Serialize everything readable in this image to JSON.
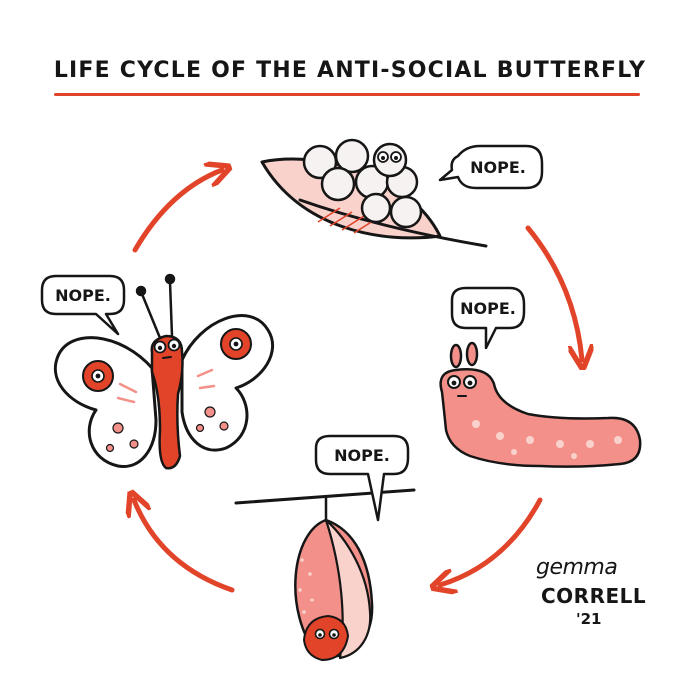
{
  "title": "LIFE CYCLE OF THE ANTI-SOCIAL BUTTERFLY",
  "stages": [
    {
      "stage": "egg",
      "speech": "NOPE."
    },
    {
      "stage": "caterpillar",
      "speech": "NOPE."
    },
    {
      "stage": "chrysalis",
      "speech": "NOPE."
    },
    {
      "stage": "butterfly",
      "speech": "NOPE."
    }
  ],
  "signature": {
    "line1": "gemma",
    "line2": "CORRELL",
    "line3": "'21"
  },
  "colors": {
    "accent": "#e2442a",
    "pink": "#f4908a",
    "light_pink": "#f9d2cc",
    "ink": "#161616"
  }
}
